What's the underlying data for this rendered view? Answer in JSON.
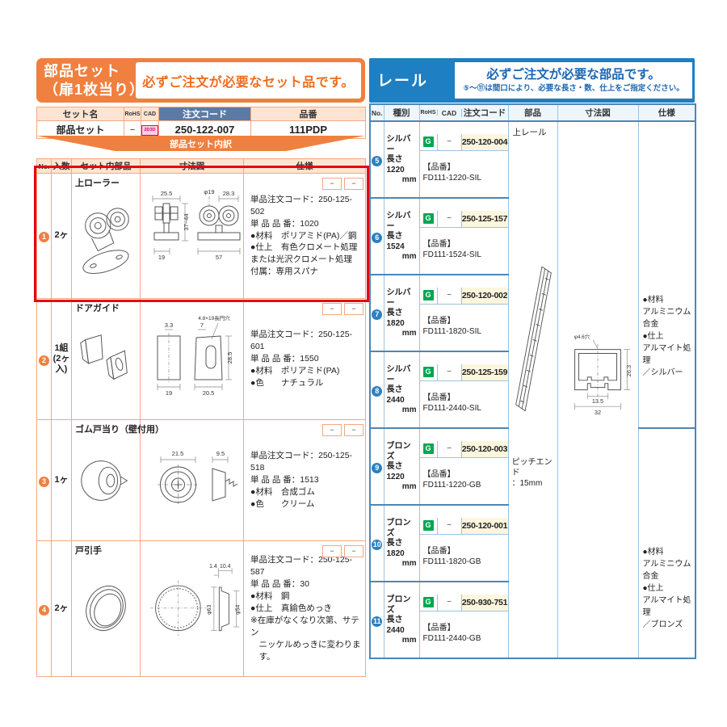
{
  "misc": {
    "dash": "−"
  },
  "colors": {
    "accent_orange": "#ef8040",
    "accent_blue": "#1e7fc2",
    "highlight_red": "#e60012",
    "cream": "#fcf6dd",
    "pink_badge": "#e4007f",
    "green_badge": "#00a651"
  },
  "left": {
    "title_line1": "部品セット",
    "title_line2": "（扉1枚当り）",
    "notice": "必ずご注文が必要なセット品です。",
    "set_table": {
      "h_set_name": "セット名",
      "h_rohs": "RoHS",
      "h_cad": "CAD",
      "h_order": "注文コード",
      "h_hinban": "品番",
      "set_name": "部品セット",
      "rohs": "−",
      "cad_badge": "2D3D",
      "order_code": "250-122-007",
      "hinban": "111PDP"
    },
    "banner": "部品セット内訳",
    "detail": {
      "h_no": "No.",
      "h_qty": "入数",
      "h_part": "セット内部品",
      "h_draw": "寸法図",
      "h_spec": "仕様",
      "rows": [
        {
          "no": "1",
          "qty": "2ヶ",
          "part": "上ローラー",
          "spec": "単品注文コード：250-125-502\n単 品 品 番：1020\n●材料　ポリアミド(PA)／鋼\n●仕上　有色クロメート処理\nまたは光沢クロメート処理\n付属：専用スパナ",
          "dims": {
            "d1": "25.5",
            "d2": "φ19",
            "d3": "28.3",
            "d4": "37~44",
            "d5": "19",
            "d6": "57"
          }
        },
        {
          "no": "2",
          "qty": "1組\n(2ヶ入)",
          "part": "ドアガイド",
          "spec": "単品注文コード：250-125-601\n単 品 品 番：1550\n●材料　ポリアミド(PA)\n●色　　ナチュラル",
          "dims": {
            "d1": "4.8×19長円穴",
            "d2": "3.3",
            "d3": "7",
            "d4": "28.5",
            "d5": "19",
            "d6": "20.5"
          }
        },
        {
          "no": "3",
          "qty": "1ヶ",
          "part": "ゴム戸当り（壁付用）",
          "spec": "単品注文コード：250-125-518\n単 品 品 番：1513\n●材料　合成ゴム\n●色　　クリーム",
          "dims": {
            "d1": "21.5",
            "d2": "9.5"
          }
        },
        {
          "no": "4",
          "qty": "2ヶ",
          "part": "戸引手",
          "spec": "単品注文コード：250-125-587\n単 品 品 番：30\n●材料　鋼\n●仕上　真鍮色めっき\n※在庫がなくなり次第、サテン\n　ニッケルめっきに変わりま\n　す。",
          "dims": {
            "d1": "1.4",
            "d2": "10.4",
            "d3": "φ63",
            "d4": "φ54"
          }
        }
      ]
    }
  },
  "right": {
    "title": "レール",
    "notice_line1": "必ずご注文が必要な部品です。",
    "notice_line2": "⑤〜⑪は間口により、必要な長さ・数、仕上をご指定ください。",
    "table": {
      "h_no": "No.",
      "h_type": "種別",
      "h_rohs": "RoHS",
      "h_cad": "CAD",
      "h_order": "注文コード",
      "h_part": "部品",
      "h_draw": "寸法図",
      "h_spec": "仕様"
    },
    "part_cell": {
      "name": "上レール",
      "pitch": "ピッチエンド\n：15mm"
    },
    "rail_dims": {
      "d1": "φ4.6穴",
      "d2": "26.3",
      "d3": "13.5",
      "d4": "32"
    },
    "spec_silver": "●材料\nアルミニウム合金\n●仕上\nアルマイト処理\n／シルバー",
    "spec_bronze": "●材料\nアルミニウム合金\n●仕上\nアルマイト処理\n／ブロンズ",
    "rows": [
      {
        "no": "5",
        "type": "シルバー\n長さ\n1220",
        "unit": "mm",
        "rohs": "G",
        "cad": "−",
        "order_code": "250-120-004",
        "hinban_label": "【品番】",
        "hinban": "FD111-1220-SIL"
      },
      {
        "no": "6",
        "type": "シルバー\n長さ\n1524",
        "unit": "mm",
        "rohs": "G",
        "cad": "−",
        "order_code": "250-125-157",
        "hinban_label": "【品番】",
        "hinban": "FD111-1524-SIL"
      },
      {
        "no": "7",
        "type": "シルバー\n長さ\n1820",
        "unit": "mm",
        "rohs": "G",
        "cad": "−",
        "order_code": "250-120-002",
        "hinban_label": "【品番】",
        "hinban": "FD111-1820-SIL"
      },
      {
        "no": "8",
        "type": "シルバー\n長さ\n2440",
        "unit": "mm",
        "rohs": "G",
        "cad": "−",
        "order_code": "250-125-159",
        "hinban_label": "【品番】",
        "hinban": "FD111-2440-SIL"
      },
      {
        "no": "9",
        "type": "ブロンズ\n長さ\n1220",
        "unit": "mm",
        "rohs": "G",
        "cad": "−",
        "order_code": "250-120-003",
        "hinban_label": "【品番】",
        "hinban": "FD111-1220-GB"
      },
      {
        "no": "10",
        "type": "ブロンズ\n長さ\n1820",
        "unit": "mm",
        "rohs": "G",
        "cad": "−",
        "order_code": "250-120-001",
        "hinban_label": "【品番】",
        "hinban": "FD111-1820-GB"
      },
      {
        "no": "11",
        "type": "ブロンズ\n長さ\n2440",
        "unit": "mm",
        "rohs": "G",
        "cad": "−",
        "order_code": "250-930-751",
        "hinban_label": "【品番】",
        "hinban": "FD111-2440-GB"
      }
    ]
  }
}
